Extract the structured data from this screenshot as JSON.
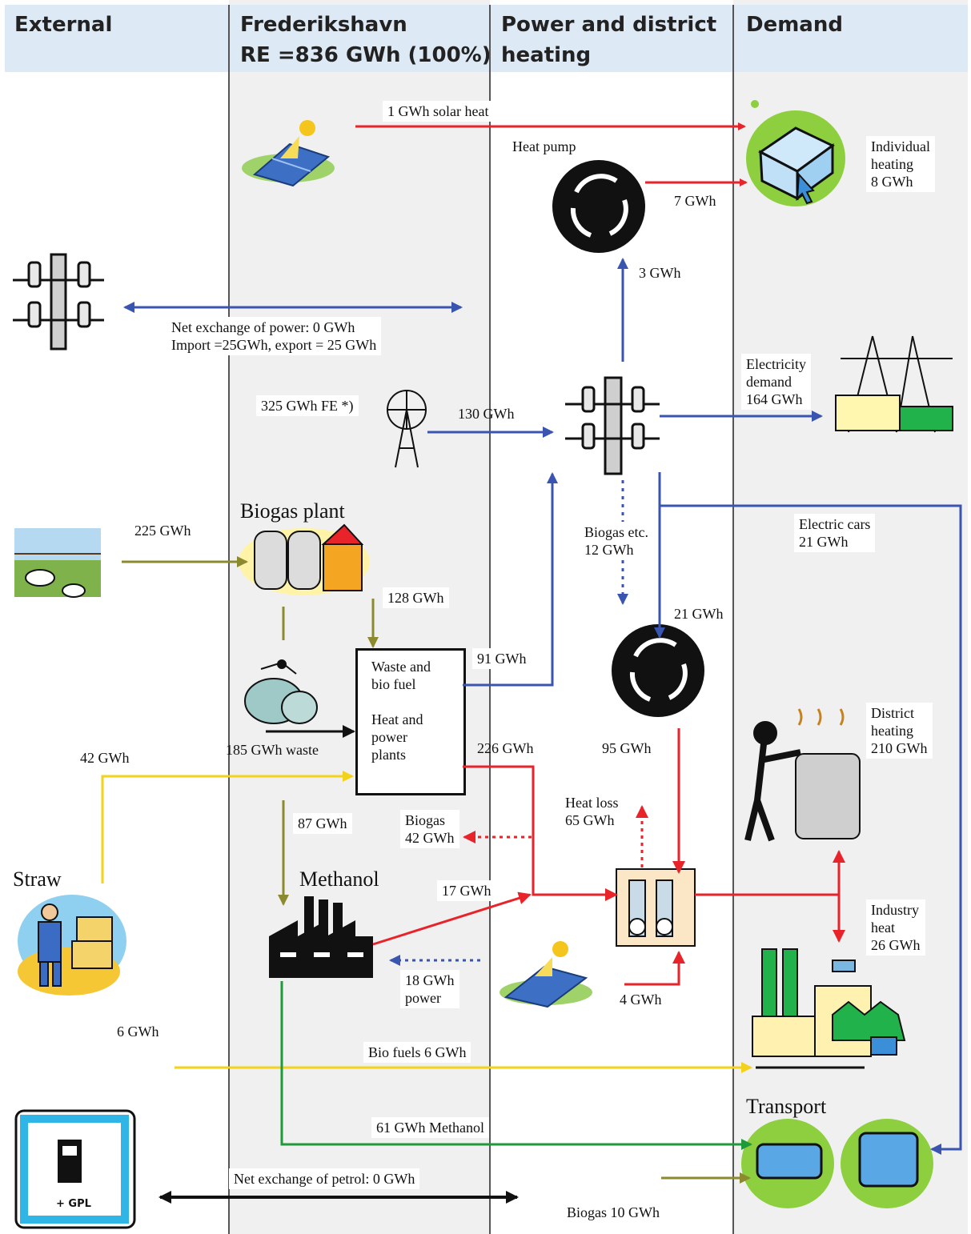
{
  "columns": {
    "external": "External",
    "frederikshavn_line1": "Frederikshavn",
    "frederikshavn_line2": "RE =836 GWh (100%)",
    "power_line1": "Power and district",
    "power_line2": "heating",
    "demand": "Demand"
  },
  "labels": {
    "solar_heat": "1 GWh solar heat",
    "heat_pump": "Heat pump",
    "hp_7gwh": "7 GWh",
    "hp_3gwh": "3 GWh",
    "individual_heating": [
      "Individual",
      "heating",
      "8 GWh"
    ],
    "net_exchange_power": "Net exchange of power: 0 GWh",
    "import_export": "Import =25GWh, export = 25 GWh",
    "wind_fe": "325 GWh FE *)",
    "wind_130": "130 GWh",
    "electricity_demand": [
      "Electricity",
      "demand",
      "164 GWh"
    ],
    "biogas_plant": "Biogas plant",
    "cattle_225": "225 GWh",
    "biogas_128": "128 GWh",
    "biogas_etc": [
      "Biogas etc.",
      "12 GWh"
    ],
    "electric_cars": [
      "Electric cars",
      "21 GWh"
    ],
    "e_21": "21 GWh",
    "w_91": "91 GWh",
    "waste_box": [
      "Waste and",
      "bio fuel",
      "",
      "Heat and",
      "power",
      "plants"
    ],
    "waste_185": "185 GWh waste",
    "straw_42": "42 GWh",
    "chp_226": "226 GWh",
    "hp2_95": "95 GWh",
    "district_heating": [
      "District",
      "heating",
      "210 GWh"
    ],
    "heat_loss": [
      "Heat loss",
      "65 GWh"
    ],
    "biogas_42": [
      "Biogas",
      "42 GWh"
    ],
    "meth_87": "87 GWh",
    "methanol": "Methanol",
    "straw": "Straw",
    "m_17": "17 GWh",
    "industry_heat": [
      "Industry",
      "heat",
      "26 GWh"
    ],
    "power_18": [
      "18 GWh",
      "power"
    ],
    "solar_4": "4 GWh",
    "straw_6": "6 GWh",
    "bio_fuels_6": "Bio fuels 6 GWh",
    "methanol_61": "61 GWh Methanol",
    "transport": "Transport",
    "net_exchange_petrol": "Net exchange of petrol: 0 GWh",
    "biogas_10": "Biogas 10 GWh",
    "gpl_sign": "+ GPL"
  },
  "colors": {
    "electricity": "#3a55b0",
    "heat": "#e8232a",
    "biogas": "#8c8a2e",
    "straw": "#f2d21a",
    "methanol": "#1e9a3a",
    "petrol": "#111111",
    "header": "#dde9f4",
    "house_green": "#8dcf3f",
    "gpl_blue": "#2fb6e6"
  }
}
